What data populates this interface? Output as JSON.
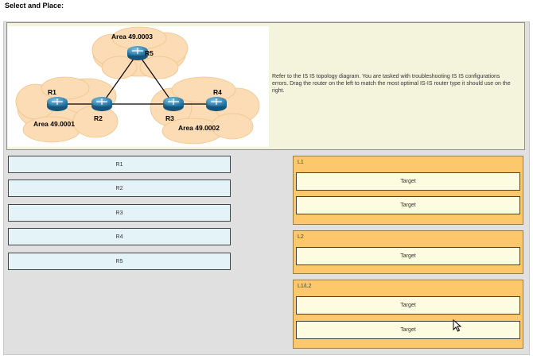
{
  "page": {
    "title": "Select and Place:"
  },
  "instructions": "Refer to the IS IS topology diagram. You are tasked with troubleshooting IS IS configurations errors. Drag the router on the left to match the most optimal IS-IS router type it should use on the right.",
  "diagram": {
    "areas": {
      "area3": "Area 49.0003",
      "area1": "Area 49.0001",
      "area2": "Area 49.0002"
    },
    "routers": {
      "r1": "R1",
      "r2": "R2",
      "r3": "R3",
      "r4": "R4",
      "r5": "R5"
    }
  },
  "sources": [
    {
      "label": "R1"
    },
    {
      "label": "R2"
    },
    {
      "label": "R3"
    },
    {
      "label": "R4"
    },
    {
      "label": "R5"
    }
  ],
  "groups": [
    {
      "label": "L1",
      "targets": [
        "Target",
        "Target"
      ]
    },
    {
      "label": "L2",
      "targets": [
        "Target"
      ]
    },
    {
      "label": "L1/L2",
      "targets": [
        "Target",
        "Target"
      ]
    }
  ],
  "colors": {
    "source_bg": "#e3f3f8",
    "group_bg": "#fdc86c",
    "target_bg": "#fdfbe0",
    "cloud": "#fbdcb4",
    "router": "#2f86b4"
  }
}
